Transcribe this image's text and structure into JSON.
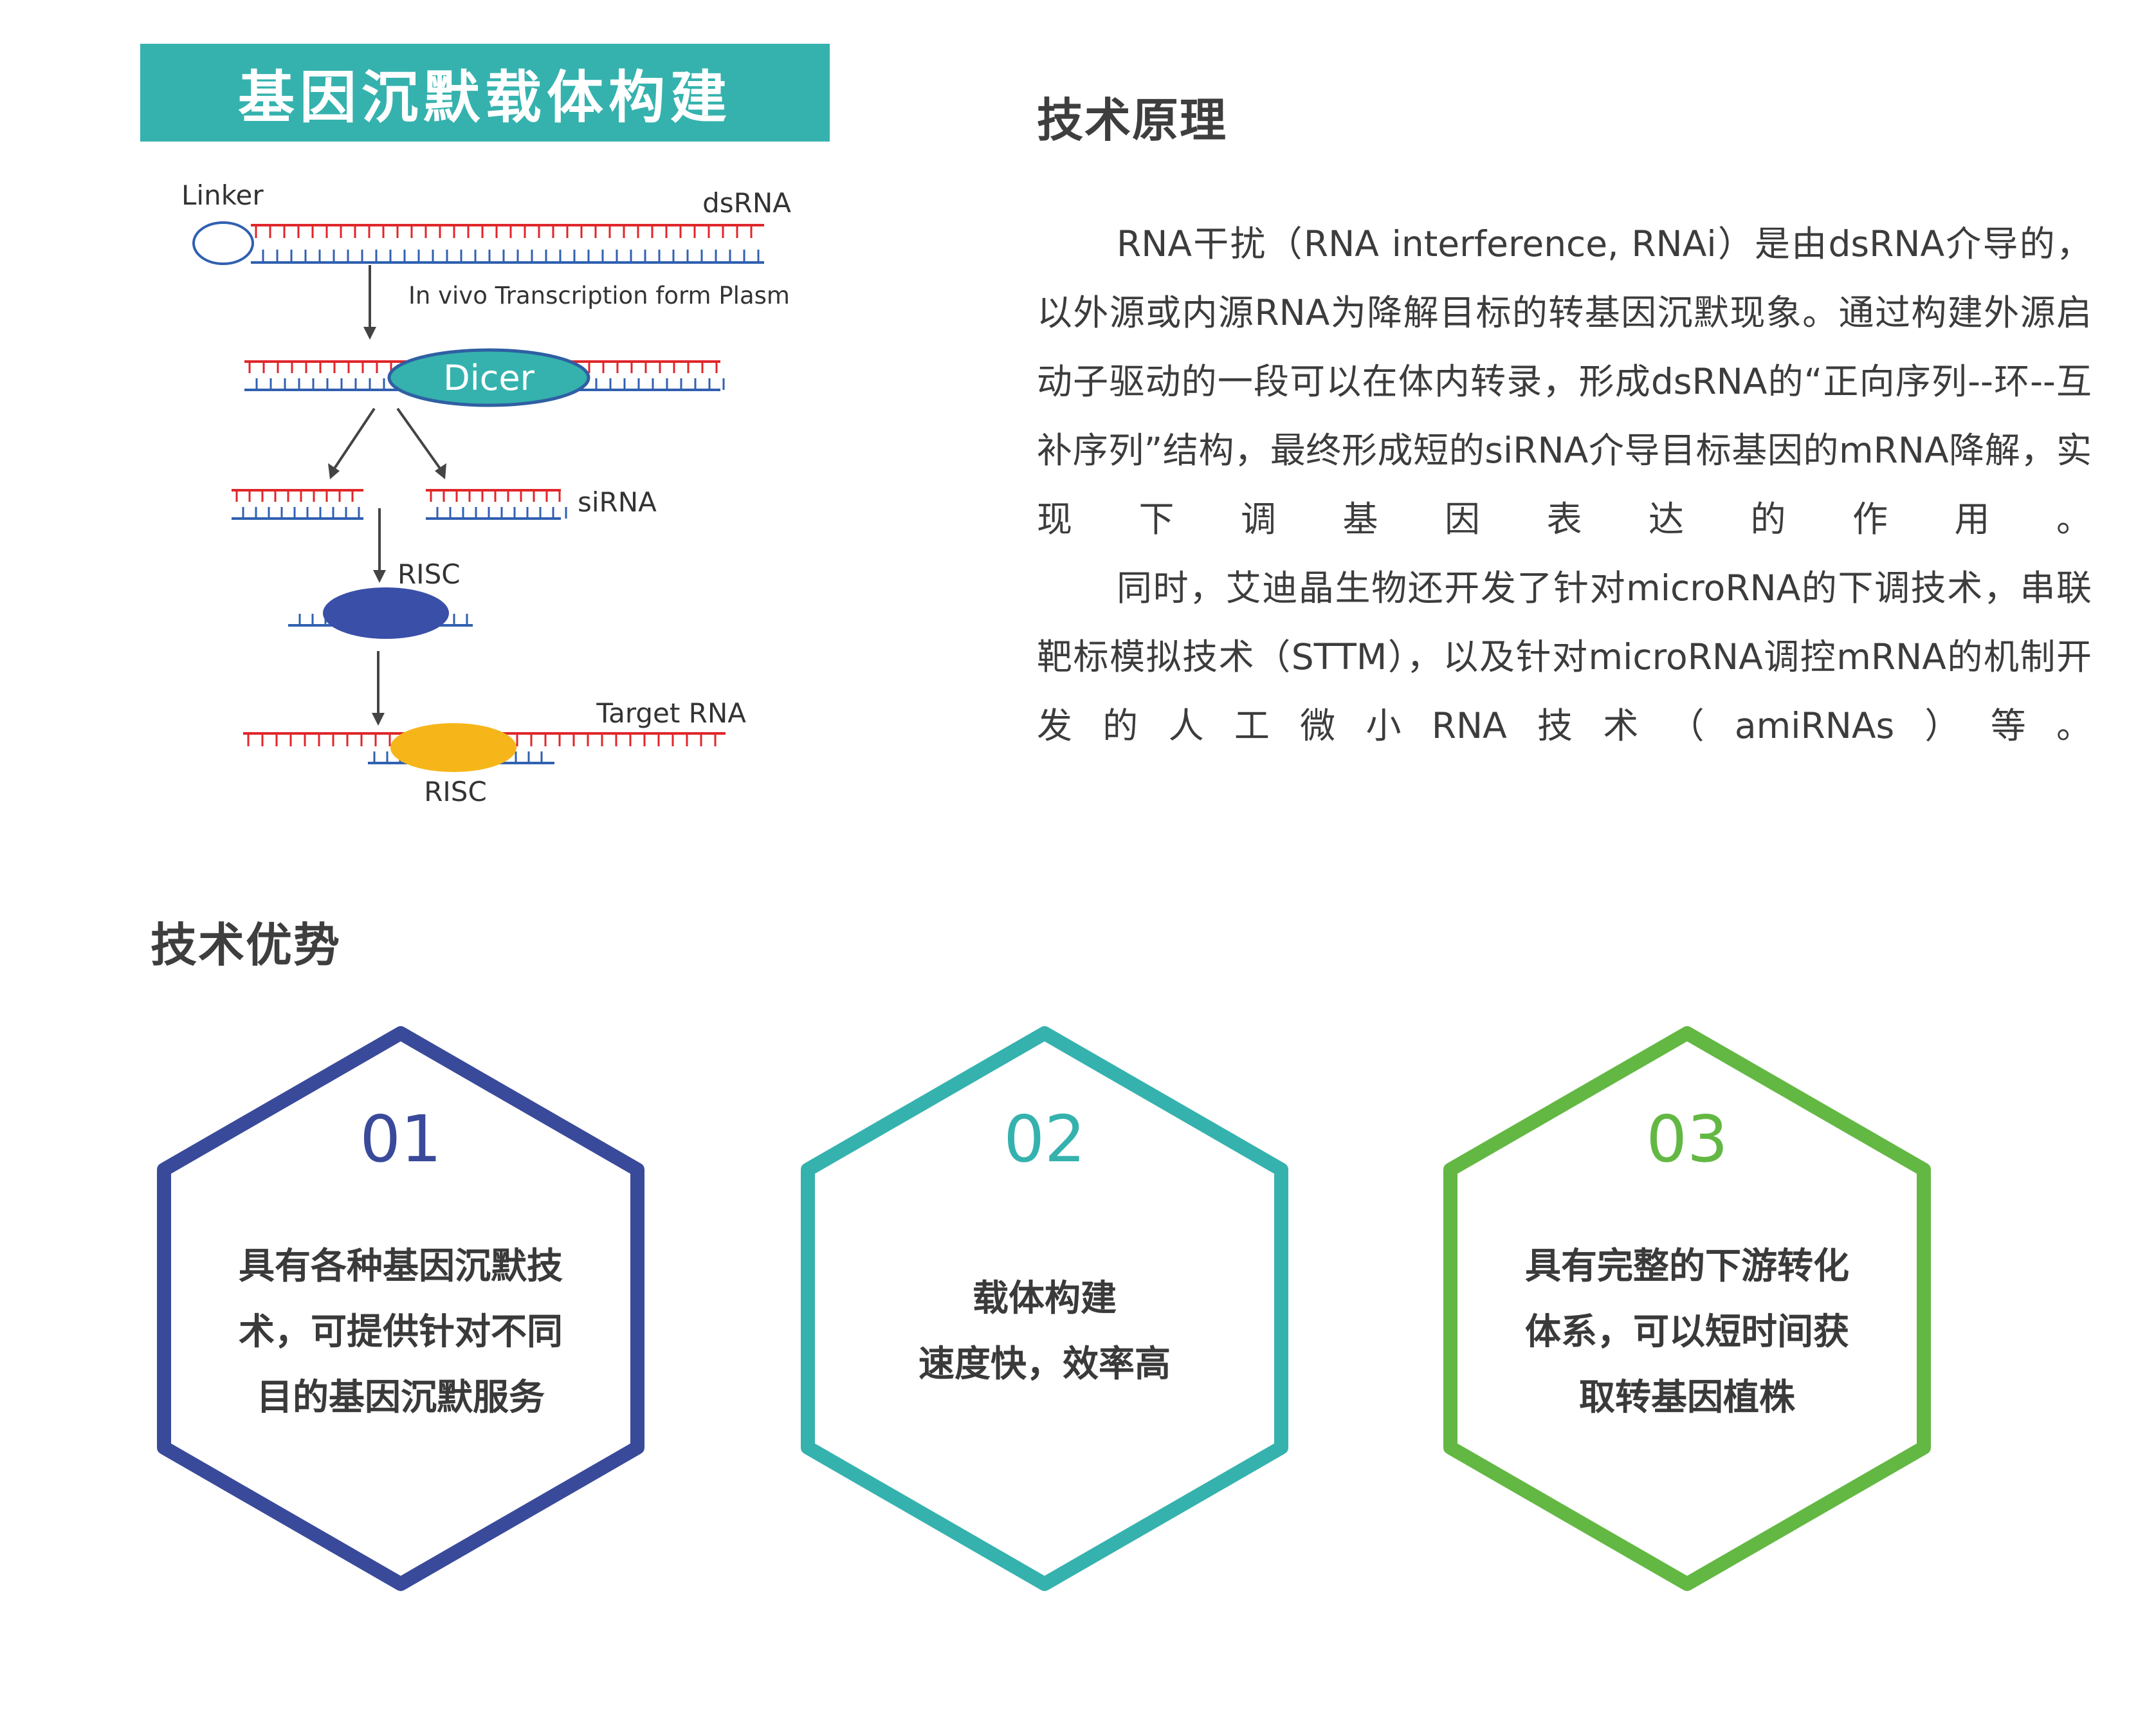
{
  "banner": {
    "title": "基因沉默载体构建"
  },
  "principle": {
    "heading": "技术原理",
    "paragraph1": "RNA干扰（RNA interference, RNAi）是由dsRNA介导的，以外源或内源RNA为降解目标的转基因沉默现象。通过构建外源启动子驱动的一段可以在体内转录，形成dsRNA的“正向序列--环--互补序列”结构，最终形成短的siRNA介导目标基因的mRNA降解，实现下调基因表达的作用。",
    "paragraph2": "同时，艾迪晶生物还开发了针对microRNA的下调技术，串联靶标模拟技术（STTM），以及针对microRNA调控mRNA的机制开发的人工微小RNA技术（amiRNAs）等。"
  },
  "diagram": {
    "linker": "Linker",
    "dsrna": "dsRNA",
    "transcription": "In vivo Transcription form Plasmid",
    "dicer": "Dicer",
    "sirna": "siRNA",
    "risc1": "RISC",
    "target_rna": "Target RNA",
    "risc2": "RISC",
    "colors": {
      "red_strand": "#e0262a",
      "blue_strand": "#3060b0",
      "dicer": "#35b2ae",
      "risc": "#3a4fa8",
      "target_risc": "#f6b61a"
    }
  },
  "advantages": {
    "heading": "技术优势",
    "items": [
      {
        "number": "01",
        "line1": "具有各种基因沉默技",
        "line2": "术，可提供针对不同",
        "line3": "目的基因沉默服务",
        "color": "#3a4a9a"
      },
      {
        "number": "02",
        "line1": "载体构建",
        "line2": "速度快，效率高",
        "color": "#35b2ae"
      },
      {
        "number": "03",
        "line1": "具有完整的下游转化",
        "line2": "体系，可以短时间获",
        "line3": "取转基因植株",
        "color": "#63b843"
      }
    ]
  }
}
